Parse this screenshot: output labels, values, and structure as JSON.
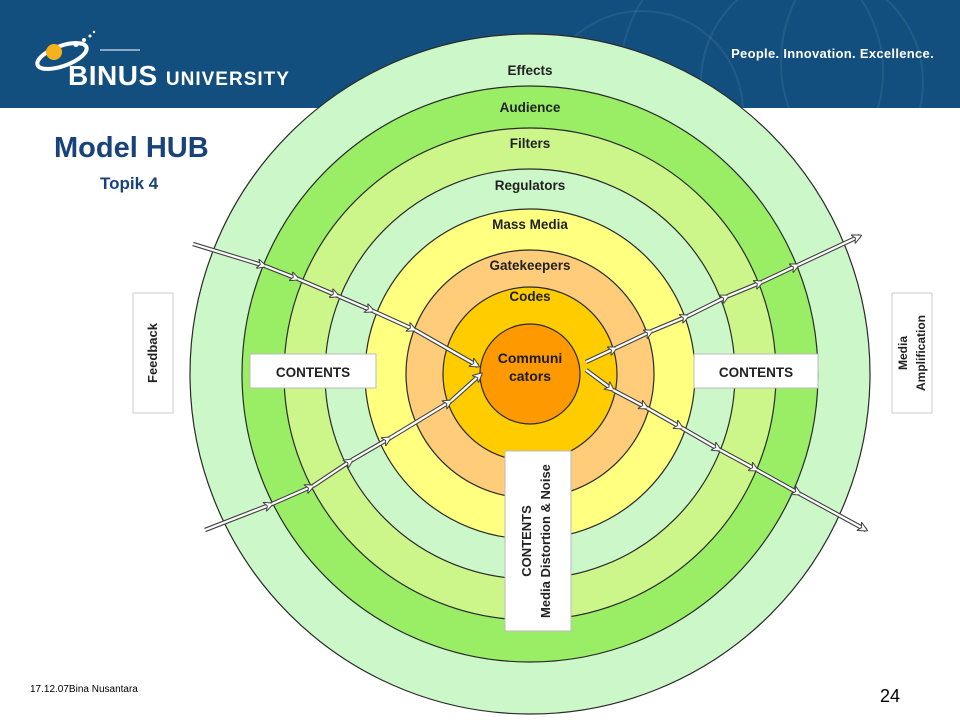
{
  "header": {
    "logo_name": "BINUS",
    "logo_suffix": "UNIVERSITY",
    "tagline": "People. Innovation. Excellence."
  },
  "slide": {
    "title": "Model HUB",
    "subtitle": "Topik 4"
  },
  "diagram": {
    "rings": [
      {
        "label": "Effects",
        "color": "#ccf7c8"
      },
      {
        "label": "Audience",
        "color": "#99ee66"
      },
      {
        "label": "Filters",
        "color": "#ccf58a"
      },
      {
        "label": "Regulators",
        "color": "#ccf7c8"
      },
      {
        "label": "Mass Media",
        "color": "#ffff80"
      },
      {
        "label": "Gatekeepers",
        "color": "#ffcc7a"
      },
      {
        "label": "Codes",
        "color": "#ffcc00"
      }
    ],
    "center": {
      "line1": "Communi",
      "line2": "cators",
      "color": "#ff9900"
    },
    "contents_left": "CONTENTS",
    "contents_right": "CONTENTS",
    "contents_bottom_line1": "CONTENTS",
    "contents_bottom_line2": "Media Distortion & Noise",
    "side_left": "Feedback",
    "side_right_line1": "Media",
    "side_right_line2": "Amplification"
  },
  "footer": {
    "left": "17.12.07Bina Nusantara",
    "page": "24"
  }
}
